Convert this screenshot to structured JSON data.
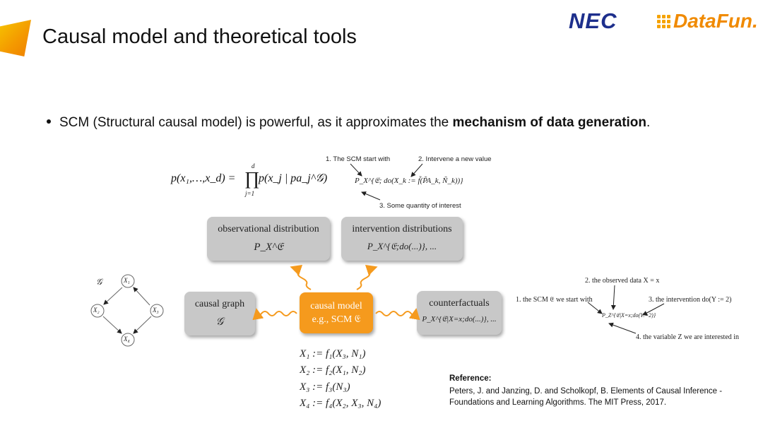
{
  "header": {
    "title": "Causal model and theoretical tools",
    "logo_nec": "NEC",
    "logo_datafun": "DataFun."
  },
  "bullet": {
    "text_before": "SCM (Structural causal model) is powerful, as it approximates the ",
    "text_bold": "mechanism of data generation",
    "text_after": "."
  },
  "formula": {
    "lhs": "p(x₁,…,x_d) =",
    "product_upper": "d",
    "product_lower": "j=1",
    "rhs": "p(x_j | pa_j^𝒢)"
  },
  "annotations_top": {
    "note1": "1. The SCM start with",
    "note2": "2. Intervene a new value",
    "note3": "3. Some quantity of interest",
    "expr": "P_X^{𝔈; do(X_k := f̃(P̃A_k, Ñ_k))}"
  },
  "boxes": {
    "observational": {
      "label": "observational distribution",
      "sub": "P_X^𝔈"
    },
    "intervention": {
      "label": "intervention distributions",
      "sub": "P_X^{𝔈;do(...)}, ..."
    },
    "causal_graph": {
      "label": "causal graph",
      "sub": "𝒢"
    },
    "causal_model": {
      "label": "causal model",
      "sub": "e.g., SCM 𝔈"
    },
    "counterfactuals": {
      "label": "counterfactuals",
      "sub": "P_X^{𝔈|X=x;do(...)}, ..."
    }
  },
  "graph": {
    "label": "𝒢",
    "nodes": [
      "X₁",
      "X₂",
      "X₃",
      "X₄"
    ]
  },
  "equations": [
    "X₁ := f₁(X₃, N₁)",
    "X₂ := f₂(X₁, N₂)",
    "X₃ := f₃(N₃)",
    "X₄ := f₄(X₂, X₃, N₄)"
  ],
  "annotations_right": {
    "note1": "1. the SCM 𝔈 we start with",
    "note2": "2. the observed data X = x",
    "note3": "3. the intervention do(Y := 2)",
    "note4": "4. the variable Z we are interested in",
    "expr": "P_Z^{𝔈|X=x;do(Y:=2)}"
  },
  "reference": {
    "title": "Reference:",
    "line1": "Peters, J. and Janzing, D. and Scholkopf, B. Elements of Causal Inference -",
    "line2": "Foundations and Learning Algorithms. The MIT Press, 2017."
  },
  "colors": {
    "orange": "#f59a1d",
    "gray_box": "#c8c8c8",
    "nec_blue": "#1d2f8c",
    "datafun_orange": "#f08a00"
  }
}
